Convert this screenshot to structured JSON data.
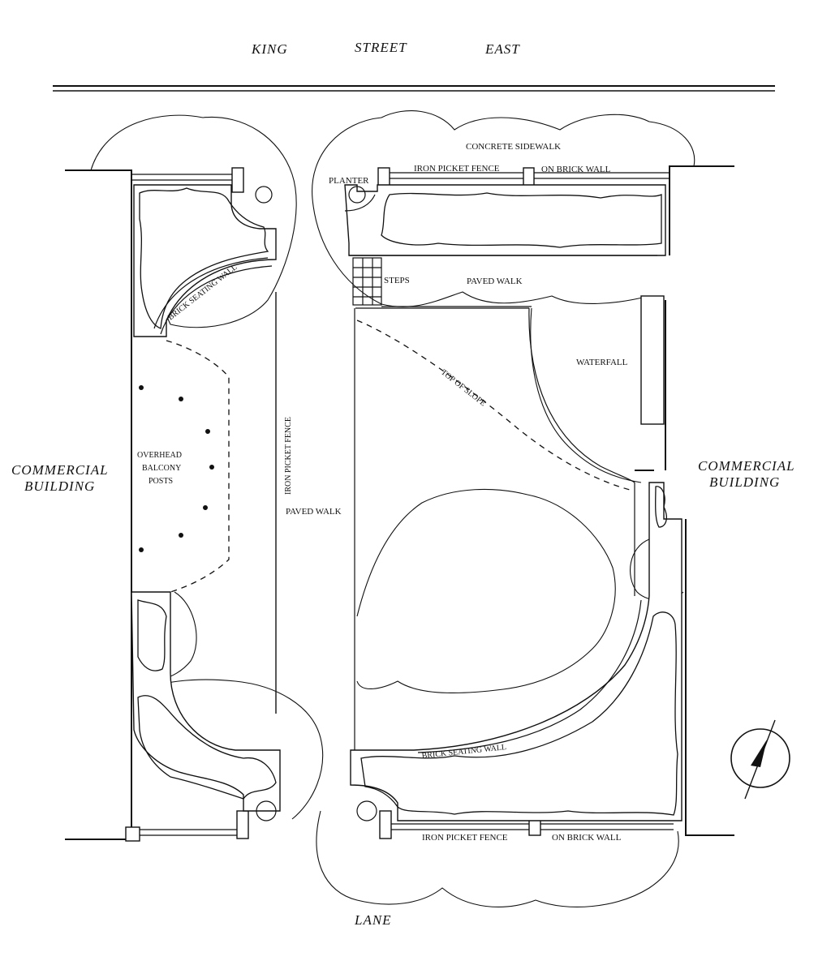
{
  "streets": {
    "north": [
      "KING",
      "STREET",
      "EAST"
    ],
    "south": "LANE"
  },
  "buildings": {
    "west": [
      "COMMERCIAL",
      "BUILDING"
    ],
    "east": [
      "COMMERCIAL",
      "BUILDING"
    ]
  },
  "labels": {
    "concrete_sidewalk": "CONCRETE SIDEWALK",
    "planter": "PLANTER",
    "iron_fence_top": "IRON PICKET FENCE",
    "brick_wall_top": "ON BRICK WALL",
    "steps": "STEPS",
    "paved_walk_top": "PAVED WALK",
    "brick_seating_wall_nw": "BRICK SEATING WALL",
    "waterfall": "WATERFALL",
    "top_of_slope": "TOP OF SLOPE",
    "iron_fence_vertical": "IRON PICKET FENCE",
    "balcony_posts": [
      "OVERHEAD",
      "BALCONY",
      "POSTS"
    ],
    "paved_walk_center": "PAVED WALK",
    "brick_seating_wall_se": "BRICK SEATING WALL",
    "iron_fence_bottom": "IRON PICKET FENCE",
    "brick_wall_bottom": "ON BRICK WALL"
  },
  "north_arrow": "north-arrow"
}
